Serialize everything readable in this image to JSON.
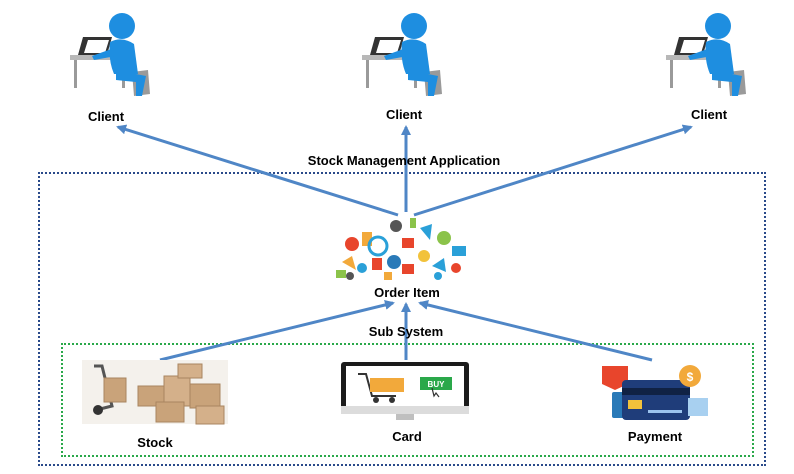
{
  "clients": [
    {
      "label": "Client"
    },
    {
      "label": "Client"
    },
    {
      "label": "Client"
    }
  ],
  "stock_management_application": {
    "label": "Stock Management Application"
  },
  "order_item": {
    "label": "Order Item"
  },
  "sub_system": {
    "label": "Sub System"
  },
  "components": [
    {
      "label": "Stock"
    },
    {
      "label": "Card"
    },
    {
      "label": "Payment"
    }
  ],
  "card_buy_button": "BUY",
  "payment_coin_symbol": "$",
  "colors": {
    "arrow": "#4f86c6",
    "app_border": "#2a4a8a",
    "subsystem_border": "#2aa84a",
    "person": "#1e8ee0",
    "box": "#c9a37a"
  }
}
